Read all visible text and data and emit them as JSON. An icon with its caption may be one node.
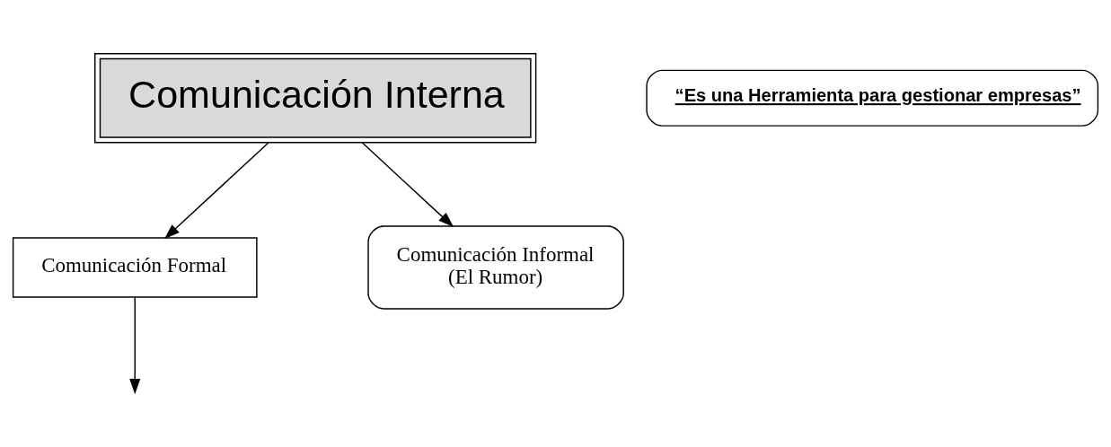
{
  "diagram": {
    "nodes": [
      {
        "text": [
          "Comunicación Interna"
        ]
      },
      {
        "text": [
          "“Es una Herramienta para gestionar empresas”"
        ]
      },
      {
        "text": [
          "Comunicación Formal"
        ]
      },
      {
        "text": [
          "Comunicación Informal",
          "(El Rumor)"
        ]
      }
    ],
    "edges": [
      {
        "from": 0,
        "to": 2,
        "arrow": "to"
      },
      {
        "from": 0,
        "to": 3,
        "arrow": "to"
      },
      {
        "from": 2,
        "to": null,
        "arrow": "to"
      }
    ]
  }
}
